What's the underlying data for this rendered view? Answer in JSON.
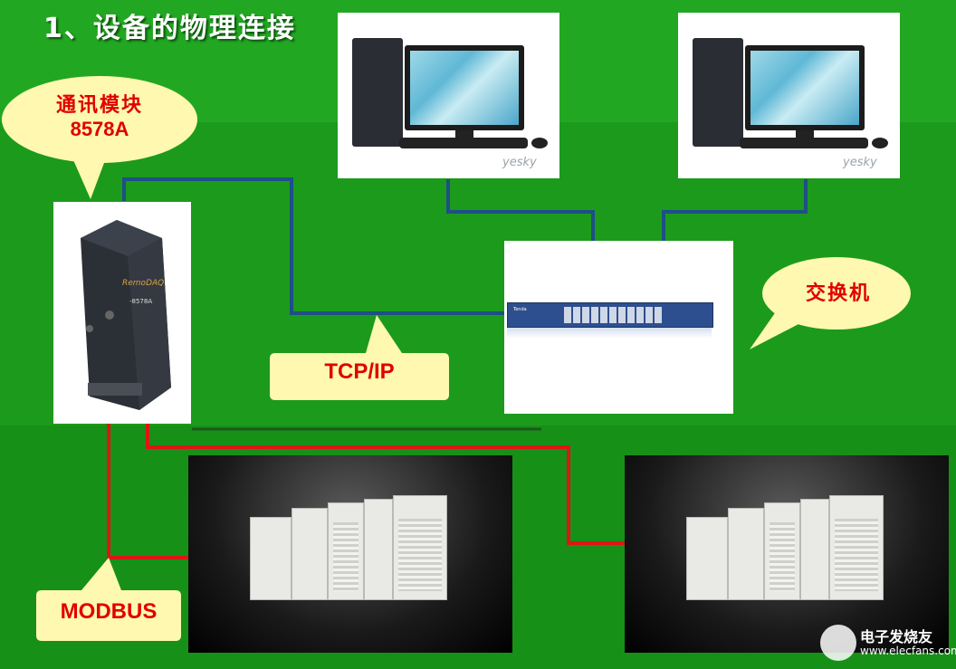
{
  "title": "1、设备的物理连接",
  "callouts": {
    "module_line1": "通讯模块",
    "module_line2": "8578A",
    "switch": "交换机",
    "tcpip": "TCP/IP",
    "modbus": "MODBUS"
  },
  "watermarks": {
    "pc": "yesky",
    "brand": "电子发烧友",
    "site": "www.elecfans.com"
  },
  "device_labels": {
    "module_brand": "RemoDAQ",
    "module_model": "-8578A",
    "switch_brand": "Tenda"
  },
  "colors": {
    "background": "#1f9e1f",
    "network_line": "#1e4f86",
    "modbus_line": "#e01414",
    "callout_fill": "#fff8b0",
    "callout_text_red": "#e00000"
  }
}
